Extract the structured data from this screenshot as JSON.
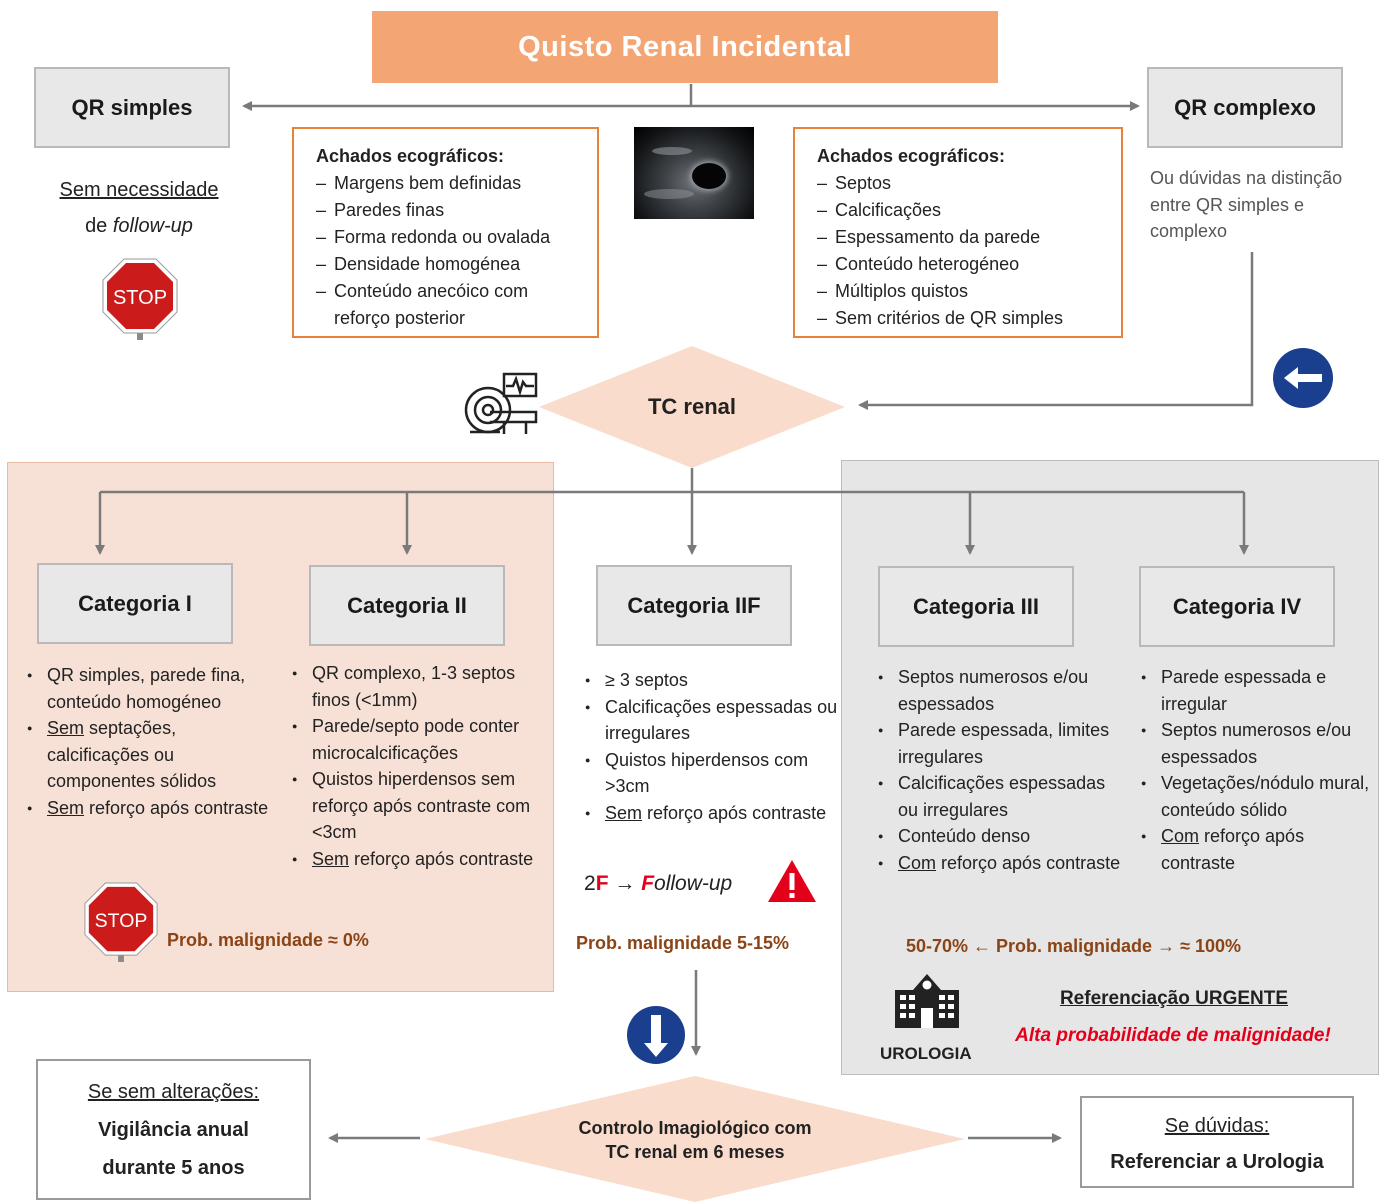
{
  "title": "Quisto Renal Incidental",
  "qr_simples": {
    "label": "QR simples",
    "note_line1": "Sem necessidade",
    "note_line2_prefix": "de ",
    "note_line2_italic": "follow-up"
  },
  "qr_complexo": {
    "label": "QR complexo",
    "note": "Ou dúvidas na distinção entre QR simples e complexo"
  },
  "achados_simples": {
    "heading": "Achados ecográficos:",
    "items": [
      "Margens bem definidas",
      "Paredes finas",
      "Forma redonda ou ovalada",
      "Densidade homogénea",
      "Conteúdo anecóico com reforço posterior"
    ]
  },
  "achados_complexo": {
    "heading": "Achados ecográficos:",
    "items": [
      "Septos",
      "Calcificações",
      "Espessamento da parede",
      "Conteúdo heterogéneo",
      "Múltiplos quistos",
      "Sem critérios de QR simples"
    ]
  },
  "tc_renal": "TC renal",
  "stop_label": "STOP",
  "cat1": {
    "label": "Categoria I",
    "items": [
      {
        "u": "",
        "t": "QR simples, parede fina, conteúdo homogéneo"
      },
      {
        "u": "Sem",
        "t": " septações, calcificações ou componentes sólidos"
      },
      {
        "u": "Sem",
        "t": " reforço após contraste"
      }
    ]
  },
  "cat2": {
    "label": "Categoria II",
    "items": [
      {
        "u": "",
        "t": "QR complexo, 1-3 septos finos (<1mm)"
      },
      {
        "u": "",
        "t": "Parede/septo pode conter microcalcificações"
      },
      {
        "u": "",
        "t": "Quistos hiperdensos sem reforço após contraste com <3cm"
      },
      {
        "u": "Sem",
        "t": " reforço após contraste"
      }
    ]
  },
  "cat2f": {
    "label": "Categoria IIF",
    "items": [
      {
        "u": "",
        "t": "≥ 3 septos"
      },
      {
        "u": "",
        "t": "Calcificações espessadas ou irregulares"
      },
      {
        "u": "",
        "t": "Quistos hiperdensos com >3cm"
      },
      {
        "u": "Sem",
        "t": " reforço após contraste"
      }
    ],
    "twoF_prefix": "2",
    "twoF_F": "F",
    "twoF_arrow": "→",
    "twoF_F2": "F",
    "twoF_rest": "ollow-up"
  },
  "cat3": {
    "label": "Categoria III",
    "items": [
      {
        "u": "",
        "t": "Septos numerosos e/ou espessados"
      },
      {
        "u": "",
        "t": "Parede espessada, limites irregulares"
      },
      {
        "u": "",
        "t": "Calcificações espessadas ou irregulares"
      },
      {
        "u": "",
        "t": "Conteúdo denso"
      },
      {
        "u": "Com",
        "t": " reforço após contraste"
      }
    ]
  },
  "cat4": {
    "label": "Categoria IV",
    "items": [
      {
        "u": "",
        "t": "Parede espessada e irregular"
      },
      {
        "u": "",
        "t": "Septos numerosos e/ou espessados"
      },
      {
        "u": "",
        "t": "Vegetações/nódulo mural, conteúdo sólido"
      },
      {
        "u": "Com",
        "t": " reforço após contraste"
      }
    ]
  },
  "prob_low": "Prob. malignidade ≈ 0%",
  "prob_mid": "Prob. malignidade 5-15%",
  "prob_high": "50-70% ← Prob. malignidade → ≈ 100%",
  "referral": {
    "heading": "Referenciação URGENTE",
    "alert": "Alta probabilidade de malignidade!",
    "unit": "UROLOGIA"
  },
  "controlo": {
    "line1": "Controlo Imagiológico com",
    "line2": "TC renal em 6 meses"
  },
  "sem_alteracoes": {
    "heading": "Se sem alterações:",
    "line1": "Vigilância anual",
    "line2": "durante 5 anos"
  },
  "se_duvidas": {
    "heading": "Se dúvidas:",
    "line1": "Referenciar a Urologia"
  },
  "colors": {
    "title_bg": "#f4a574",
    "orange_border": "#e8823a",
    "panel_left": "#f7e1d6",
    "panel_right": "#e6e6e6",
    "brown_text": "#8a4416",
    "alert_red": "#e3001b",
    "sign_blue": "#1b3f8f",
    "stop_red": "#cc1b1b"
  }
}
